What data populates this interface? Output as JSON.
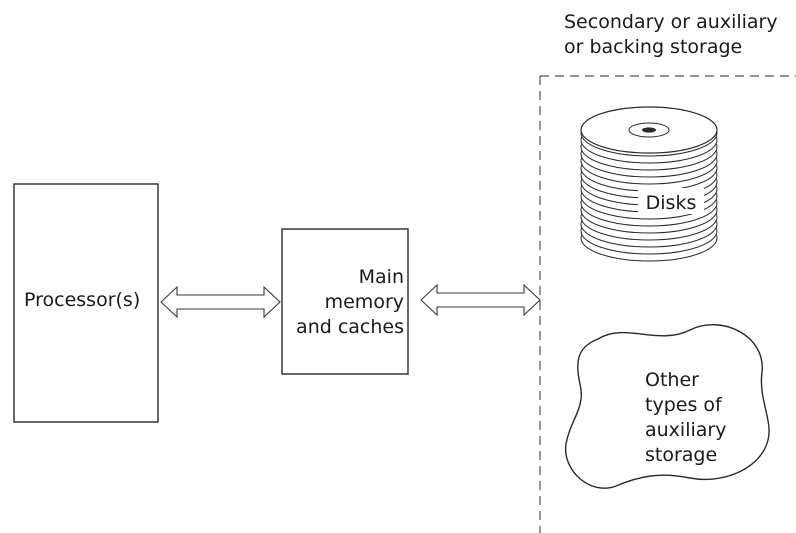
{
  "secondary_storage": {
    "title_line1": "Secondary or auxiliary",
    "title_line2": "or backing storage"
  },
  "processor": {
    "label": "Processor(s)"
  },
  "main_memory": {
    "line1": "Main",
    "line2": "memory",
    "line3": "and caches"
  },
  "disks": {
    "label": "Disks",
    "icon": "disk-stack-icon"
  },
  "other_storage": {
    "line1": "Other",
    "line2": "types of",
    "line3": "auxiliary",
    "line4": "storage"
  }
}
